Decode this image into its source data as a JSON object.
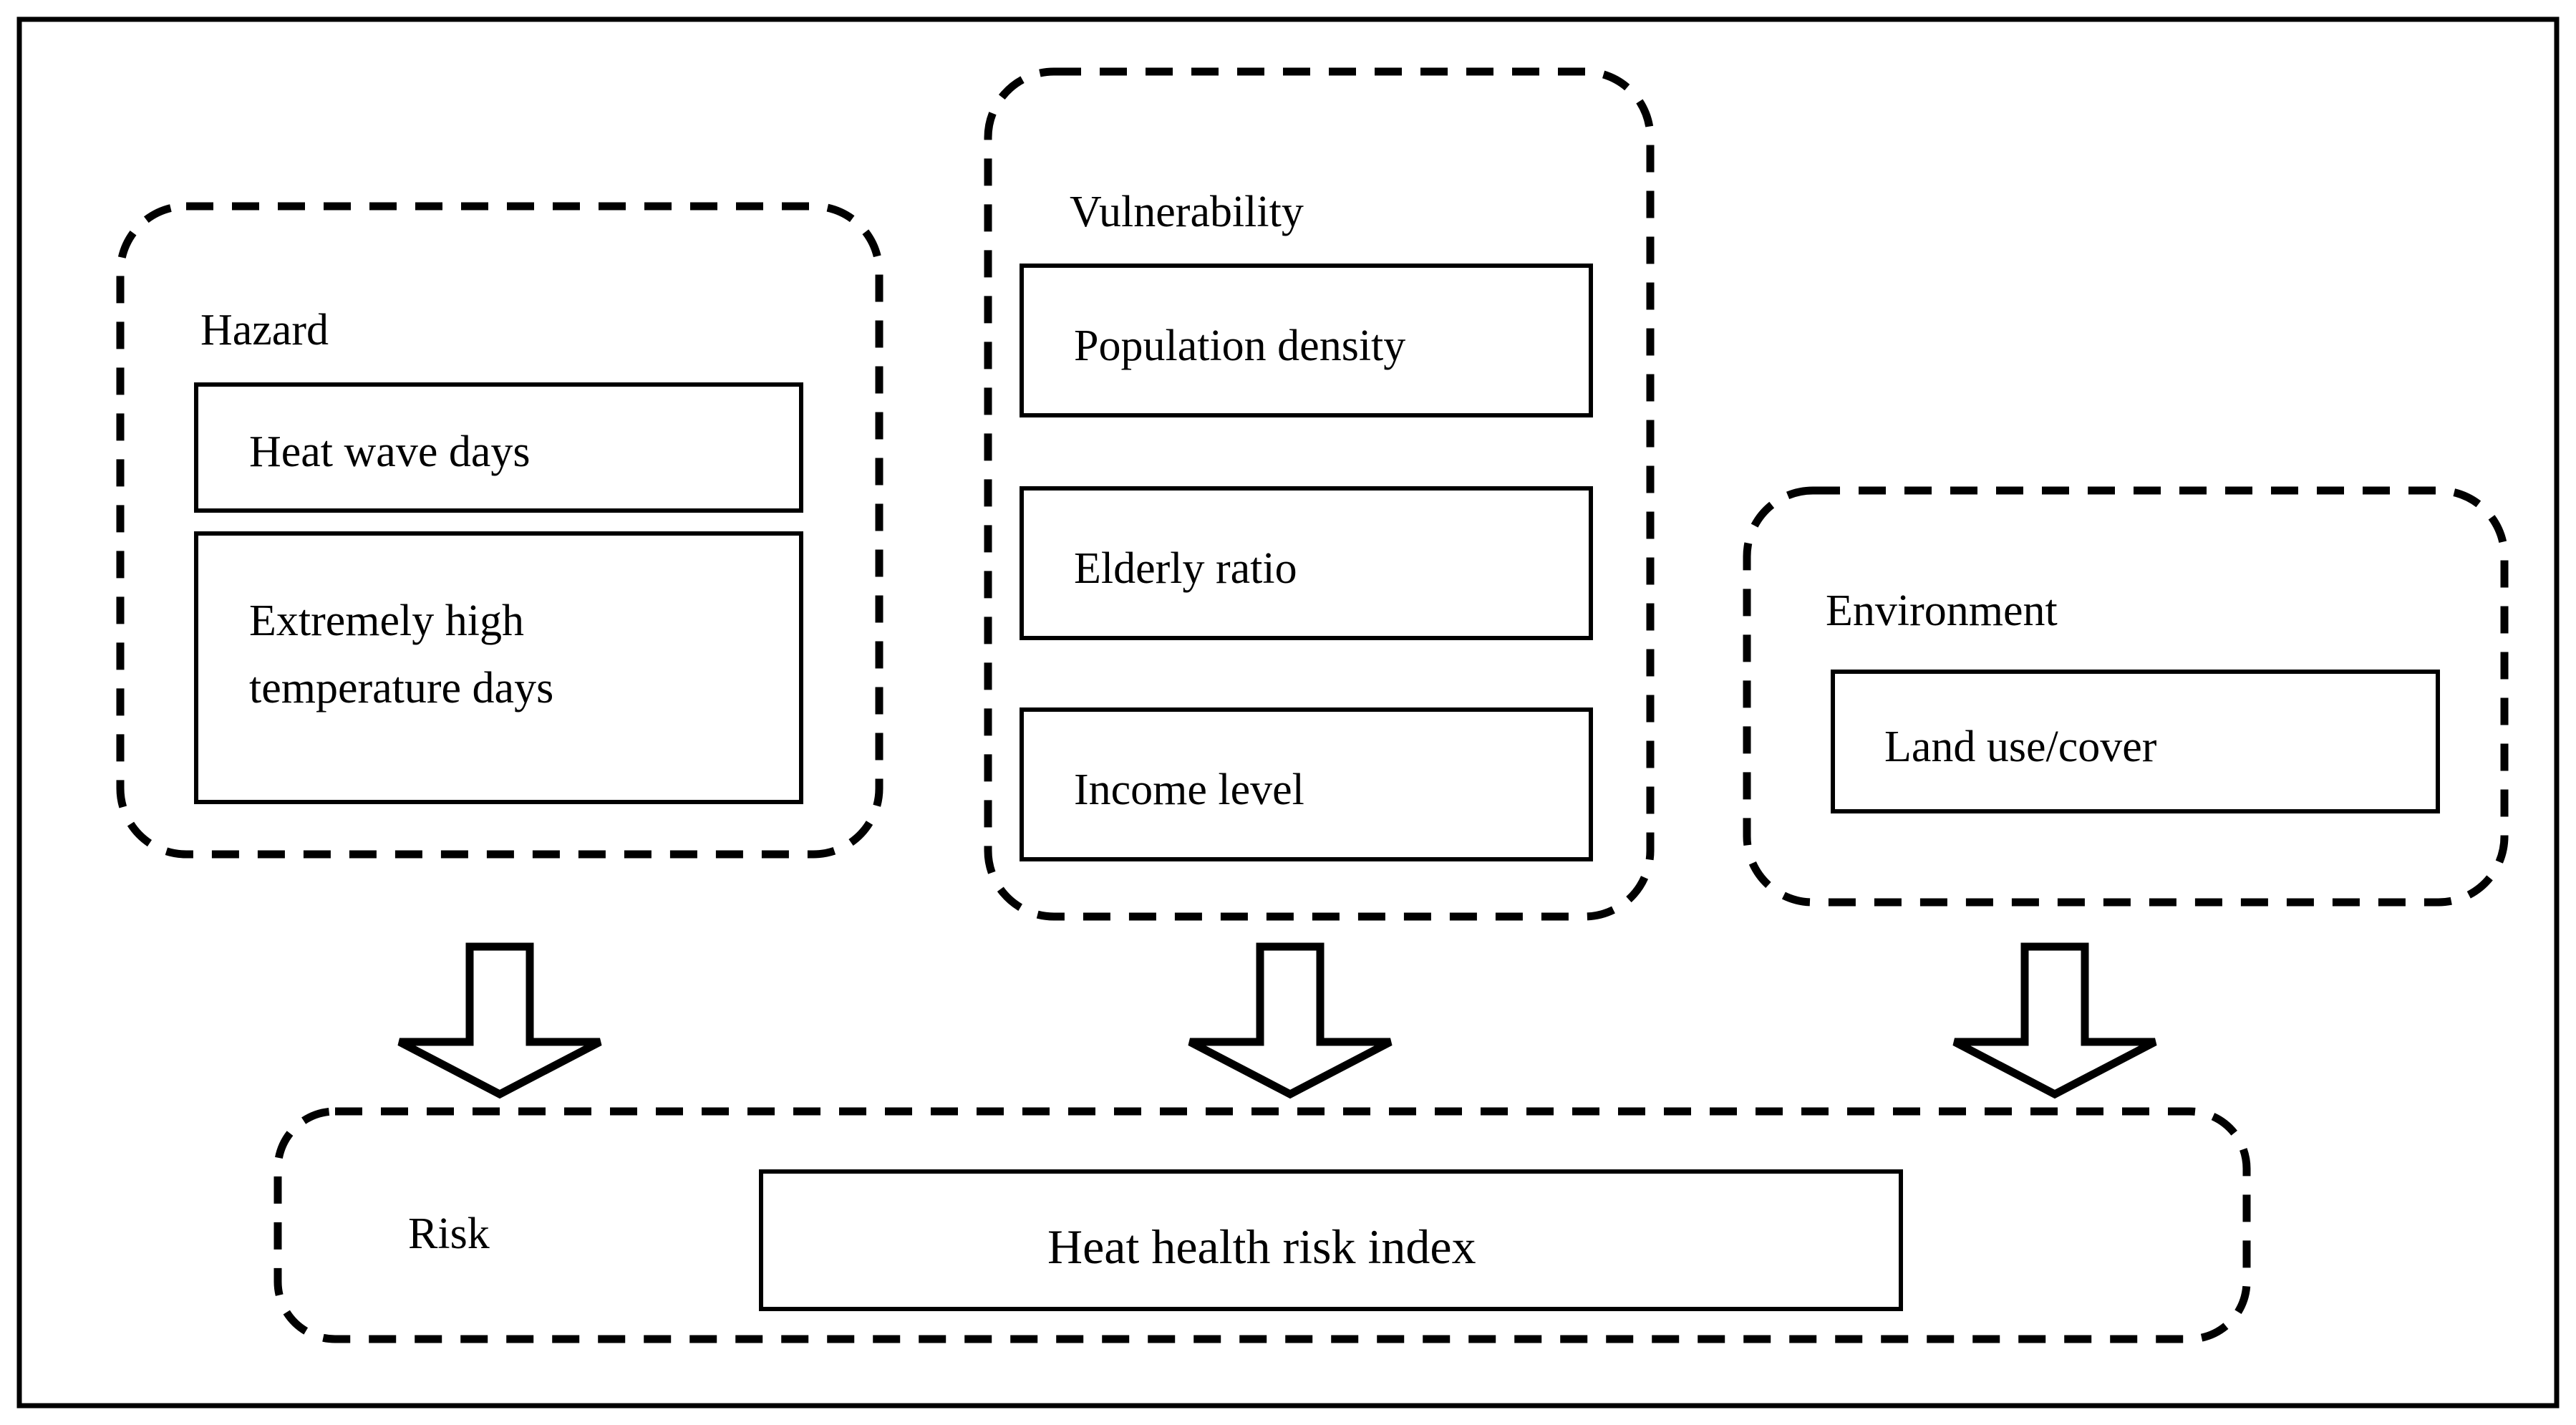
{
  "diagram": {
    "title_visible": false,
    "frame": {
      "name": "outer-frame",
      "stroke": "#000000"
    },
    "groups": [
      {
        "id": "hazard",
        "label": "Hazard",
        "border_style": "dashed",
        "items": [
          {
            "id": "heat-wave-days",
            "label": "Heat wave days"
          },
          {
            "id": "extremely-high-temperature-days",
            "label": "Extremely high temperature days",
            "line1": "Extremely high",
            "line2": "temperature days"
          }
        ]
      },
      {
        "id": "vulnerability",
        "label": "Vulnerability",
        "border_style": "dashed",
        "items": [
          {
            "id": "population-density",
            "label": "Population density"
          },
          {
            "id": "elderly-ratio",
            "label": "Elderly ratio"
          },
          {
            "id": "income-level",
            "label": "Income level"
          }
        ]
      },
      {
        "id": "environment",
        "label": "Environment",
        "border_style": "dashed",
        "items": [
          {
            "id": "land-use-cover",
            "label": "Land use/cover"
          }
        ]
      }
    ],
    "arrows": [
      {
        "id": "arrow-hazard-to-risk",
        "from": "hazard",
        "to": "risk",
        "direction": "down",
        "style": "hollow-block"
      },
      {
        "id": "arrow-vulnerability-to-risk",
        "from": "vulnerability",
        "to": "risk",
        "direction": "down",
        "style": "hollow-block"
      },
      {
        "id": "arrow-environment-to-risk",
        "from": "environment",
        "to": "risk",
        "direction": "down",
        "style": "hollow-block"
      }
    ],
    "result": {
      "id": "risk",
      "label": "Risk",
      "border_style": "dashed",
      "items": [
        {
          "id": "heat-health-risk-index",
          "label": "Heat health risk index"
        }
      ]
    },
    "colors": {
      "stroke": "#000000",
      "fill": "#ffffff",
      "text": "#000000"
    }
  }
}
